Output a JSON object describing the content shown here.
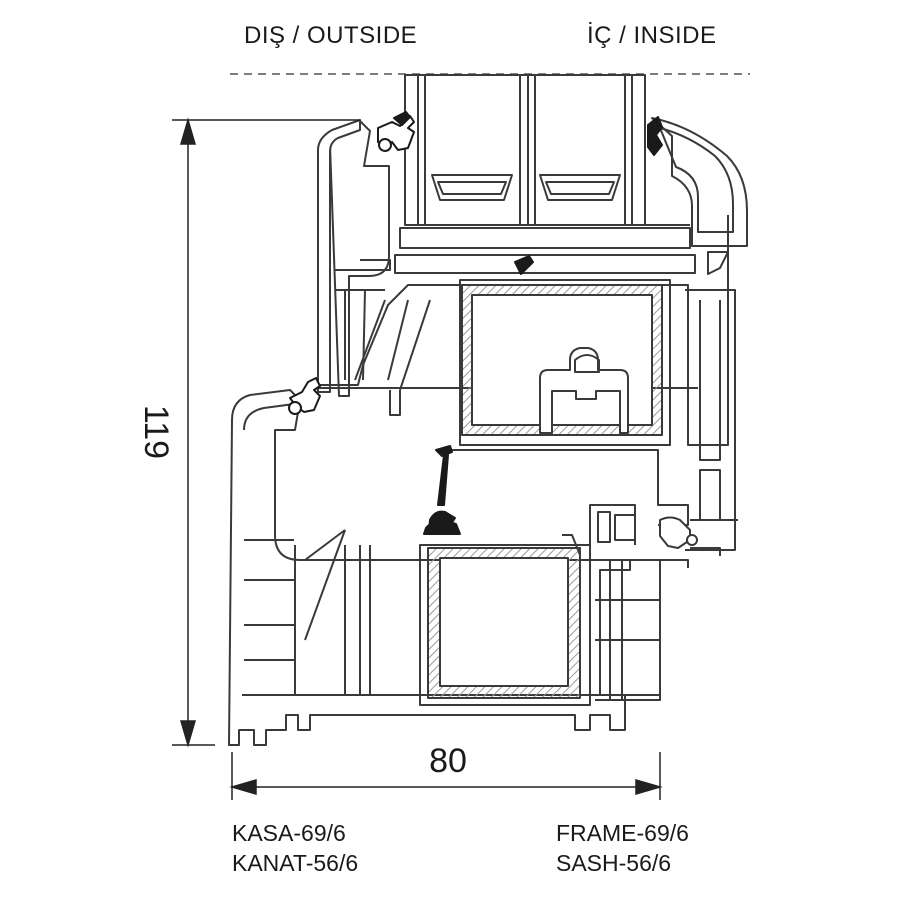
{
  "header": {
    "outside_label": "DIŞ / OUTSIDE",
    "inside_label": "İÇ / INSIDE"
  },
  "dimensions": {
    "height": "119",
    "width": "80"
  },
  "footer": {
    "left_line1": "KASA-69/6",
    "left_line2": "KANAT-56/6",
    "right_line1": "FRAME-69/6",
    "right_line2": "SASH-56/6"
  },
  "colors": {
    "line": "#3a3a3a",
    "profile_fill": "#ffffff",
    "steel_hatch": "#b5b5b5",
    "gasket": "#1a1a1a"
  }
}
